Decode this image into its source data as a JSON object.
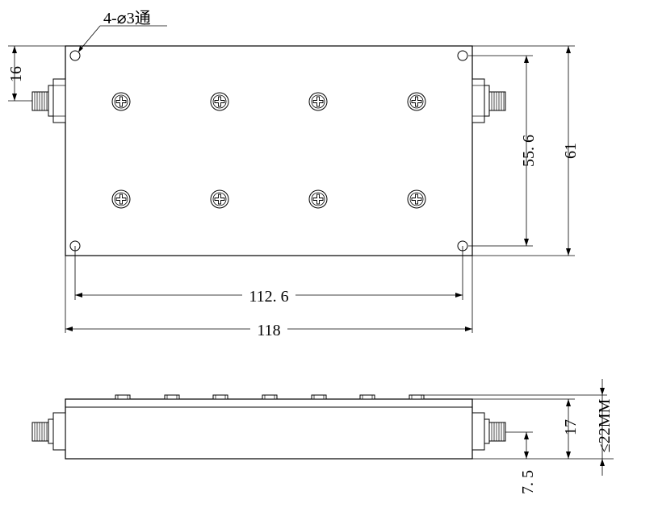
{
  "drawing": {
    "hole_note": "4-⌀3通",
    "dims": {
      "left_offset": "16",
      "hole_spacing_vertical": "55. 6",
      "height": "61",
      "hole_spacing_horizontal": "112. 6",
      "width": "118",
      "side_thickness": "17",
      "side_total": "≤22MM",
      "connector_height": "7. 5"
    }
  }
}
